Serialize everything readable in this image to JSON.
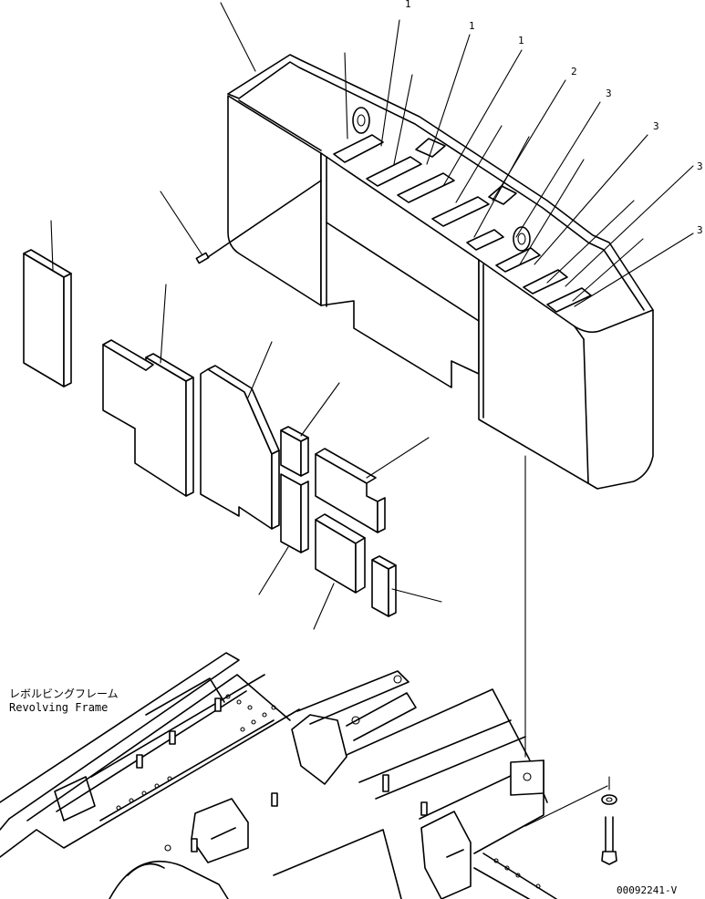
{
  "frame_label": {
    "japanese": "レボルビングフレーム",
    "english": "Revolving Frame"
  },
  "drawing_number": "00092241-V",
  "callout_markers": [
    "1",
    "1",
    "1",
    "2",
    "3",
    "3",
    "3",
    "3"
  ]
}
